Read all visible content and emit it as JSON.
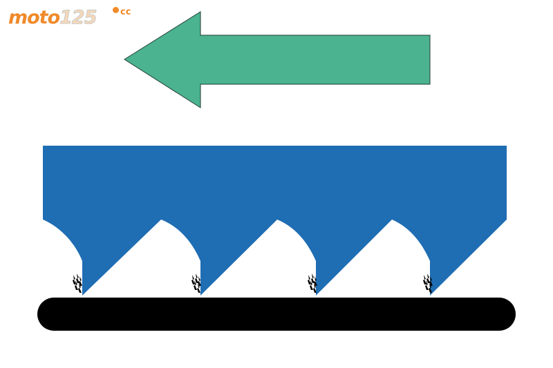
{
  "logo": {
    "word": "moto",
    "number": "125",
    "suffix": "cc"
  },
  "colors": {
    "arrow_fill": "#4bb38f",
    "arrow_stroke": "#1f3b30",
    "block_fill": "#1f6db3",
    "surface_fill": "#000000",
    "background": "#ffffff",
    "logo_orange": "#f08a2a"
  },
  "icons": {
    "direction": "left-arrow-icon",
    "debris": "debris-flakes-icon"
  },
  "teeth": {
    "count": 4
  }
}
